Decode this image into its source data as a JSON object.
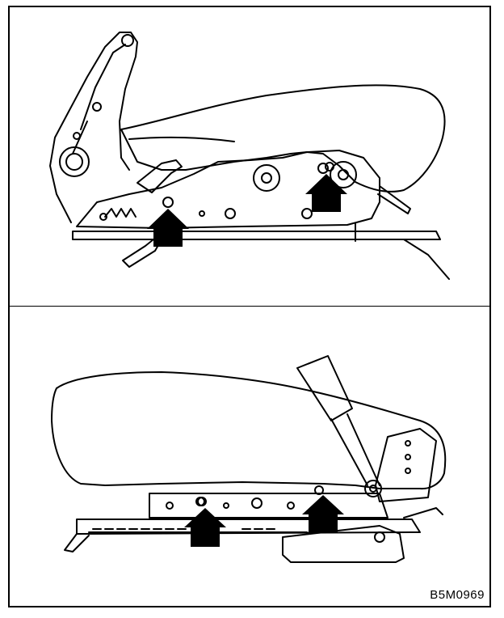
{
  "figure": {
    "code": "B5M0969",
    "ink_color": "#000000",
    "paper_color": "#ffffff",
    "icons": [
      "up-arrow-icon",
      "seat-cushion",
      "seat-rail",
      "recliner-lever",
      "slide-lever"
    ]
  }
}
